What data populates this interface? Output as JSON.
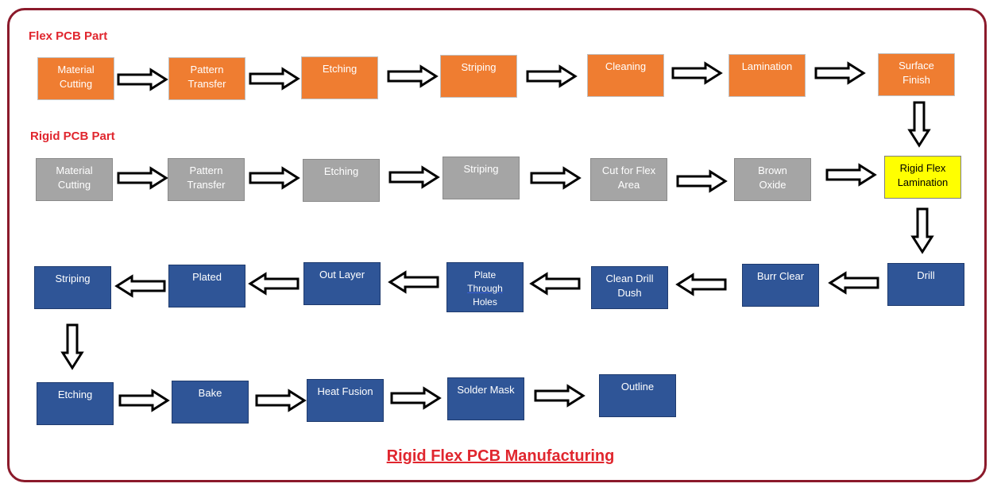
{
  "sections": {
    "flex_title": "Flex PCB Part",
    "rigid_title": "Rigid PCB Part"
  },
  "flex_row": [
    "Material\nCutting",
    "Pattern\nTransfer",
    "Etching",
    "Striping",
    "Cleaning",
    "Lamination",
    "Surface\nFinish"
  ],
  "rigid_row": [
    "Material\nCutting",
    "Pattern\nTransfer",
    "Etching",
    "Striping",
    "Cut for Flex\nArea",
    "Brown\nOxide",
    "Rigid Flex\nLamination"
  ],
  "drill_row": [
    "Drill",
    "Burr Clear",
    "Clean Drill\nDush",
    "Plate",
    "Through",
    "Holes",
    "Out Layer",
    "Plated",
    "Striping"
  ],
  "final_row": [
    "Etching",
    "Bake",
    "Heat Fusion",
    "Solder Mask",
    "Outline"
  ],
  "footer": {
    "title": "Rigid Flex PCB Manufacturing"
  },
  "colors": {
    "flex": "#ef7d31",
    "rigid": "#a5a5a5",
    "process": "#2f5597",
    "highlight": "#ffff00",
    "title": "#e0262e",
    "frame": "#8b1a2b"
  }
}
